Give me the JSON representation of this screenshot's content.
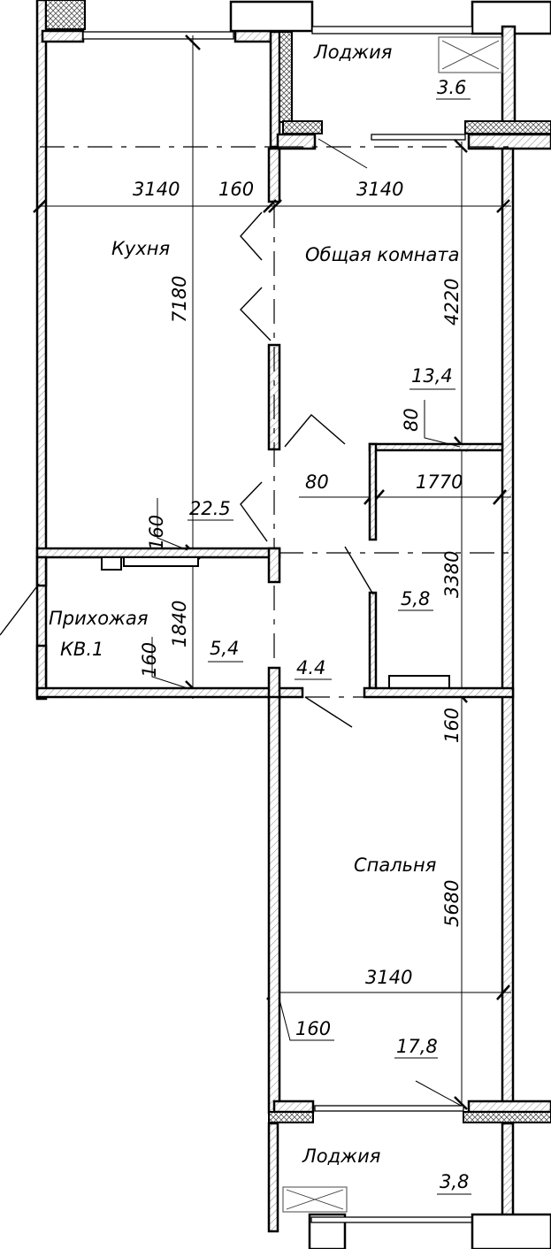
{
  "plan": {
    "apartment": "КВ.1",
    "rooms": {
      "loggia_top": {
        "name": "Лоджия",
        "area": "3.6"
      },
      "kitchen": {
        "name": "Кухня",
        "area": "22.5"
      },
      "living": {
        "name": "Общая комната",
        "area": "13,4"
      },
      "hall": {
        "name": "Прихожая",
        "area": "5,4"
      },
      "bath": {
        "area": "5,8"
      },
      "corridor": {
        "area": "4.4"
      },
      "bedroom": {
        "name": "Спальня",
        "area": "17,8"
      },
      "loggia_bottom": {
        "name": "Лоджия",
        "area": "3,8"
      }
    },
    "dimensions": {
      "kitchen_width": "3140",
      "partition_top": "160",
      "living_width": "3140",
      "kitchen_length": "7180",
      "living_length": "4220",
      "bath_wall": "80",
      "bath_wall_2": "80",
      "bath_width": "1770",
      "bath_length": "3380",
      "hall_wall_top": "160",
      "hall_length": "1840",
      "hall_wall_bottom": "160",
      "bedroom_wall_top": "160",
      "bedroom_length": "5680",
      "bedroom_width": "3140",
      "bedroom_wall_side": "160"
    }
  }
}
